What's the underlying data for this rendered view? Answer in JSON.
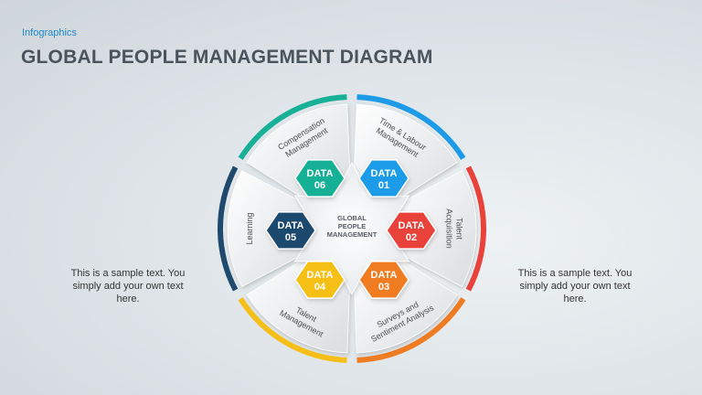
{
  "header": {
    "eyebrow": "Infographics",
    "title": "GLOBAL PEOPLE MANAGEMENT DIAGRAM"
  },
  "center_label": [
    "GLOBAL",
    "PEOPLE",
    "MANAGEMENT"
  ],
  "segments": [
    {
      "id": "01",
      "data_label": "DATA",
      "number": "01",
      "caption": [
        "Time & Labour",
        "Management"
      ],
      "color": "#1e9be8"
    },
    {
      "id": "02",
      "data_label": "DATA",
      "number": "02",
      "caption": [
        "Talent",
        "Acquisition"
      ],
      "color": "#e8423b"
    },
    {
      "id": "03",
      "data_label": "DATA",
      "number": "03",
      "caption": [
        "Surveys and",
        "Sentiment Analysis"
      ],
      "color": "#f07c22"
    },
    {
      "id": "04",
      "data_label": "DATA",
      "number": "04",
      "caption": [
        "Talent",
        "Management"
      ],
      "color": "#f6bf18"
    },
    {
      "id": "05",
      "data_label": "DATA",
      "number": "05",
      "caption": [
        "Learning"
      ],
      "color": "#1f4a6e"
    },
    {
      "id": "06",
      "data_label": "DATA",
      "number": "06",
      "caption": [
        "Compensation",
        "Management"
      ],
      "color": "#18b096"
    }
  ],
  "side_text": {
    "left": "This is a sample text. You simply add your own text here.",
    "right": "This is a sample text. You simply add your own text here."
  }
}
